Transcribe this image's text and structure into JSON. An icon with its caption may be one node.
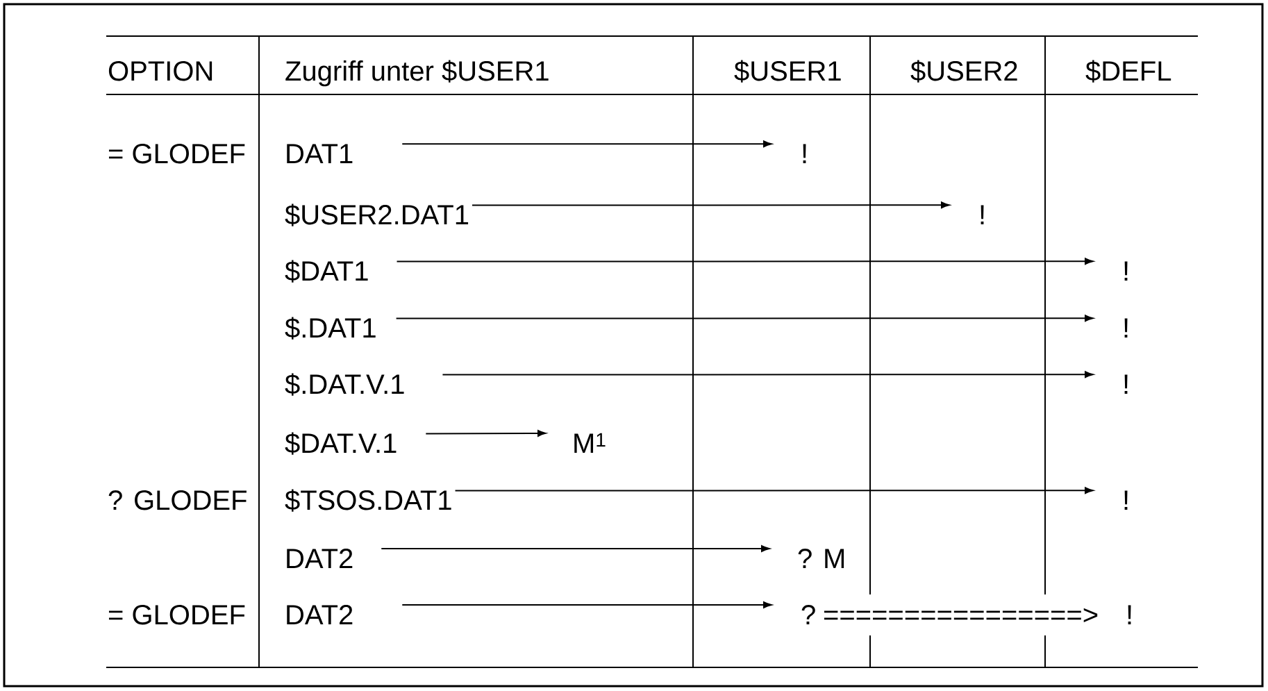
{
  "diagram": {
    "nodes": [
      {
        "text": [
          "DAT1"
        ]
      },
      {
        "text": [
          "!"
        ]
      },
      {
        "text": [
          "$USER2.DAT1"
        ]
      },
      {
        "text": [
          "!"
        ]
      },
      {
        "text": [
          "$DAT1"
        ]
      },
      {
        "text": [
          "!"
        ]
      },
      {
        "text": [
          "$.DAT1"
        ]
      },
      {
        "text": [
          "!"
        ]
      },
      {
        "text": [
          "$.DAT.V.1"
        ]
      },
      {
        "text": [
          "!"
        ]
      },
      {
        "text": [
          "$DAT.V.1"
        ]
      },
      {
        "text": [
          "M$^{1}$"
        ]
      },
      {
        "text": [
          "$TSOS.DAT1"
        ]
      },
      {
        "text": [
          "!"
        ]
      },
      {
        "text": [
          "DAT2"
        ]
      },
      {
        "text": [
          "? M"
        ]
      },
      {
        "text": [
          "DAT2"
        ]
      },
      {
        "text": [
          "?"
        ]
      },
      {
        "text": [
          "!"
        ]
      }
    ],
    "edges": [
      {
        "from": 0,
        "to": 1,
        "arrow": "to"
      },
      {
        "from": 2,
        "to": 3,
        "arrow": "to"
      },
      {
        "from": 4,
        "to": 5,
        "arrow": "to"
      },
      {
        "from": 6,
        "to": 7,
        "arrow": "to"
      },
      {
        "from": 8,
        "to": 9,
        "arrow": "to"
      },
      {
        "from": 10,
        "to": 11,
        "arrow": "to"
      },
      {
        "from": 12,
        "to": 13,
        "arrow": "to"
      },
      {
        "from": 14,
        "to": 15,
        "arrow": "to"
      },
      {
        "from": 16,
        "to": 17,
        "arrow": "to"
      }
    ],
    "labels": [
      "OPTION",
      "Zugriff unter $USER1",
      "$USER1",
      "$USER2",
      "$DEFL",
      "= GLODEF",
      "? GLODEF",
      "= GLODEF",
      "================>"
    ]
  }
}
